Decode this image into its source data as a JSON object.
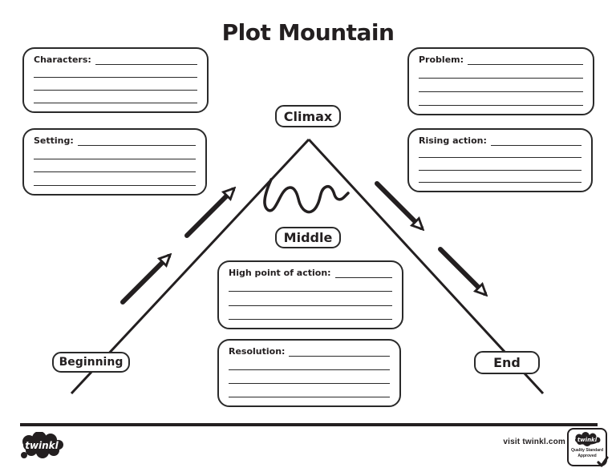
{
  "title": "Plot Mountain",
  "boxes": {
    "characters": {
      "label": "Characters:",
      "blank_line_count": 3
    },
    "setting": {
      "label": "Setting:",
      "blank_line_count": 3
    },
    "problem": {
      "label": "Problem:",
      "blank_line_count": 3
    },
    "rising_action": {
      "label": "Rising action:",
      "blank_line_count": 3
    },
    "high_point": {
      "label": "High point of action:",
      "blank_line_count": 3
    },
    "resolution": {
      "label": "Resolution:",
      "blank_line_count": 3
    }
  },
  "labels": {
    "climax": "Climax",
    "middle": "Middle",
    "beginning": "Beginning",
    "end": "End"
  },
  "footer": {
    "visit_text": "visit twinkl.com",
    "logo_text": "twinkl",
    "badge_logo_text": "twinkl",
    "badge_line1": "Quality Standard",
    "badge_line2": "Approved"
  },
  "colors": {
    "ink": "#231f20",
    "background": "#ffffff"
  }
}
